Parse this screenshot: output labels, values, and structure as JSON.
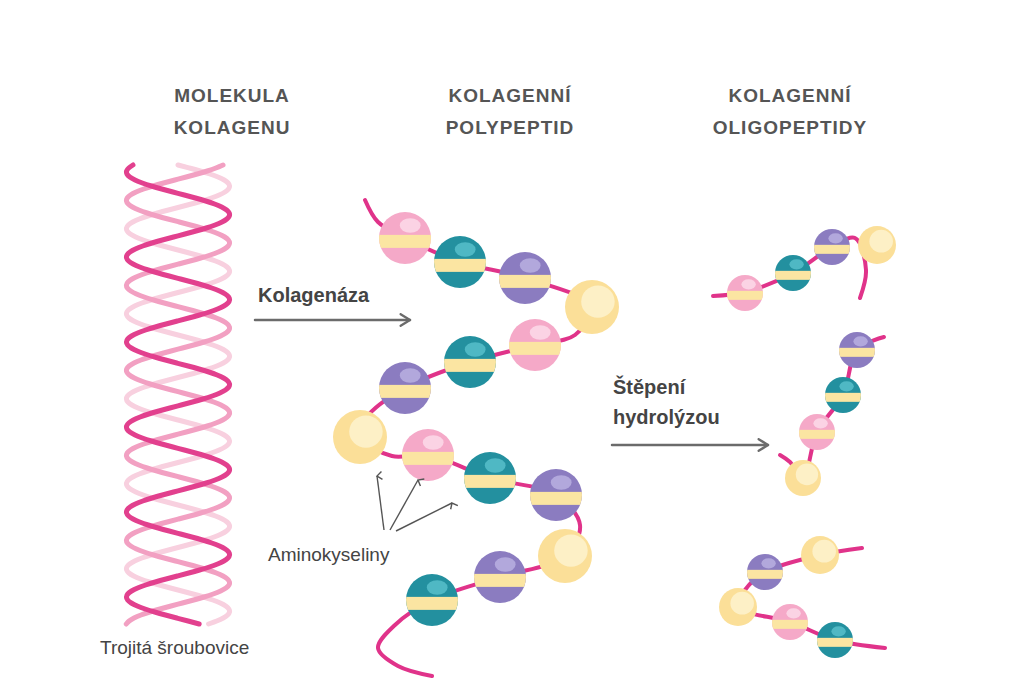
{
  "diagram": {
    "nodes": [
      {
        "text": [
          "MOLEKULA KOLAGENU"
        ]
      },
      {
        "text": [
          "KOLAGENNÍ POLYPEPTID"
        ]
      },
      {
        "text": [
          "KOLAGENNÍ OLIGOPEPTIDY"
        ]
      }
    ],
    "edges": [
      {
        "from": 0,
        "to": 1,
        "arrow": "to",
        "label": "Kolagenáza"
      },
      {
        "from": 1,
        "to": 2,
        "arrow": "to",
        "label": "Štěpení hydrolýzou"
      }
    ],
    "labels": [
      "Aminokyseliny",
      "Trojitá šroubovice"
    ]
  }
}
